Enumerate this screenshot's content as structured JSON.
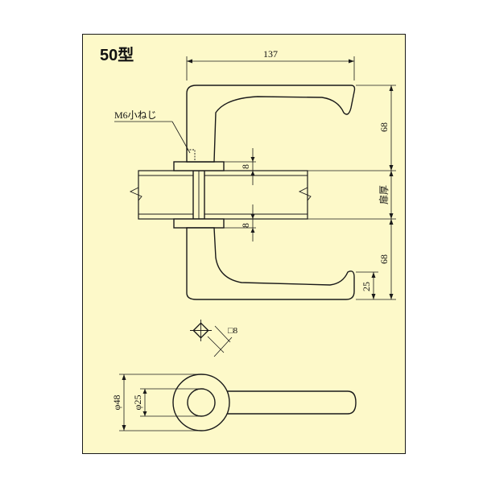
{
  "title": "50型",
  "labels": {
    "screw": "M6小ねじ",
    "door_thickness": "扉厚"
  },
  "dimensions": {
    "width_137": "137",
    "lever_68_top": "68",
    "lever_68_bottom": "68",
    "rose_8_top": "8",
    "rose_8_bottom": "8",
    "lever_25": "25",
    "spindle": "□8",
    "rose_dia_48": "φ48",
    "rose_dia_25": "φ25"
  },
  "colors": {
    "background": "#fdf9c9",
    "line": "#1a1a1a"
  }
}
